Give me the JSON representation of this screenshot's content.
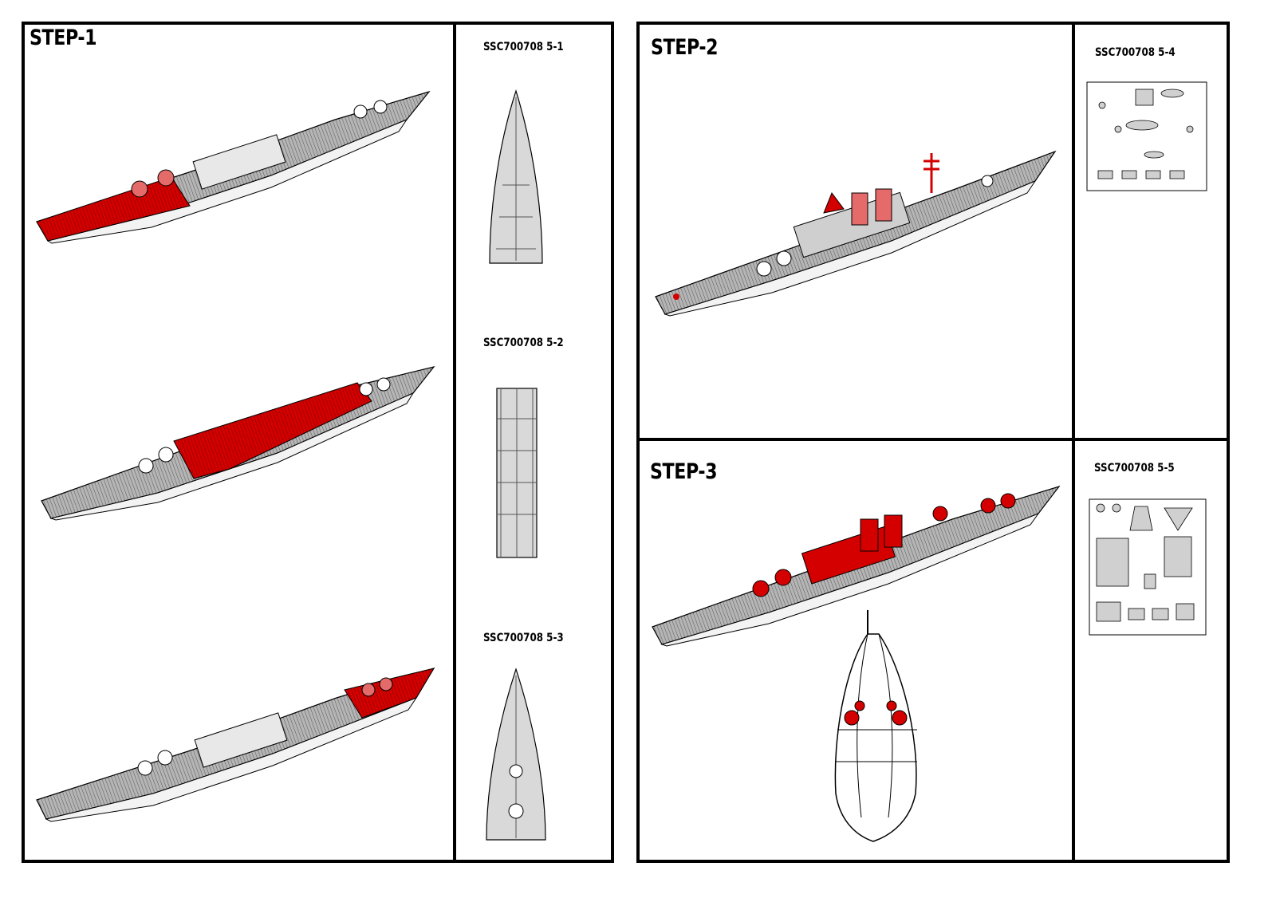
{
  "steps": {
    "step1": {
      "title": "STEP-1"
    },
    "step2": {
      "title": "STEP-2"
    },
    "step3": {
      "title": "STEP-3"
    }
  },
  "parts": {
    "p51": "SSC700708 5-1",
    "p52": "SSC700708 5-2",
    "p53": "SSC700708 5-3",
    "p54": "SSC700708 5-4",
    "p55": "SSC700708 5-5"
  },
  "colors": {
    "highlight": "#d40000",
    "hull": "#9a9a9a",
    "line": "#000000",
    "background": "#ffffff"
  },
  "icons": [
    "ship-hull-icon",
    "deck-plan-icon",
    "photo-etch-sheet-icon"
  ]
}
